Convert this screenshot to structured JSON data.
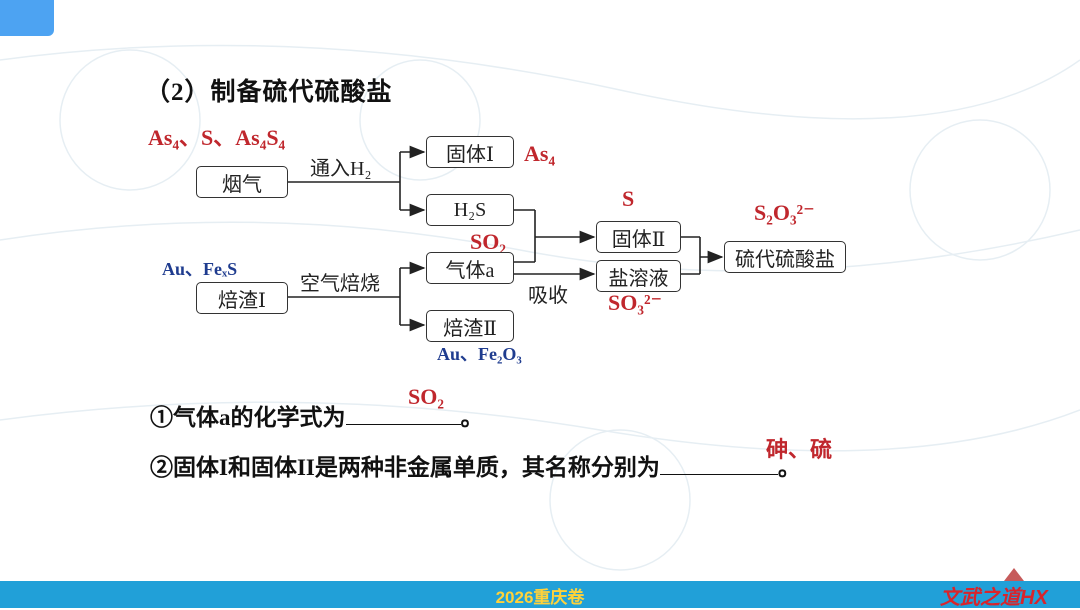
{
  "header": {
    "menu_icon": "menu-button"
  },
  "title": "（2）制备硫代硫酸盐",
  "annotations": {
    "smoke_components": "As₄、S、As₄S₄",
    "slag_components": "Au、FeₓS",
    "solid1_identity": "As₄",
    "gas_identity": "SO₂",
    "solid2_identity": "S",
    "salt_solution_identity": "SO₃²⁻",
    "product_identity": "S₂O₃²⁻",
    "slag2_components": "Au、Fe₂O₃"
  },
  "flow": {
    "smoke": "烟气",
    "pass_h2": "通入H₂",
    "solid1": "固体Ⅰ",
    "h2s": "H₂S",
    "slag1": "焙渣Ⅰ",
    "air_roast": "空气焙烧",
    "gas_a": "气体a",
    "slag2": "焙渣Ⅱ",
    "absorb": "吸收",
    "solid2": "固体Ⅱ",
    "salt_solution": "盐溶液",
    "product": "硫代硫酸盐"
  },
  "questions": {
    "q1_prefix": "①气体a的化学式为",
    "q1_answer": "SO₂",
    "q1_suffix": "。",
    "q2_prefix": "②固体I和固体II是两种非金属单质，其名称分别为",
    "q2_answer": "砷、硫",
    "q2_suffix": "。"
  },
  "footer": {
    "center_text": "2026重庆卷",
    "brand": "文武之道HX"
  },
  "colors": {
    "answer_red": "#c0272d",
    "note_blue": "#1f3c8f",
    "footer_bar": "#21a0d8"
  }
}
